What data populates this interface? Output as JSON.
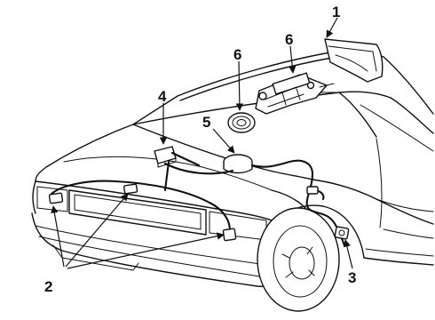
{
  "callouts": {
    "c1": "1",
    "c2": "2",
    "c3": "3",
    "c4": "4",
    "c5": "5",
    "c6a": "6",
    "c6b": "6"
  },
  "colors": {
    "ink": "#111111",
    "paper": "#ffffff"
  }
}
